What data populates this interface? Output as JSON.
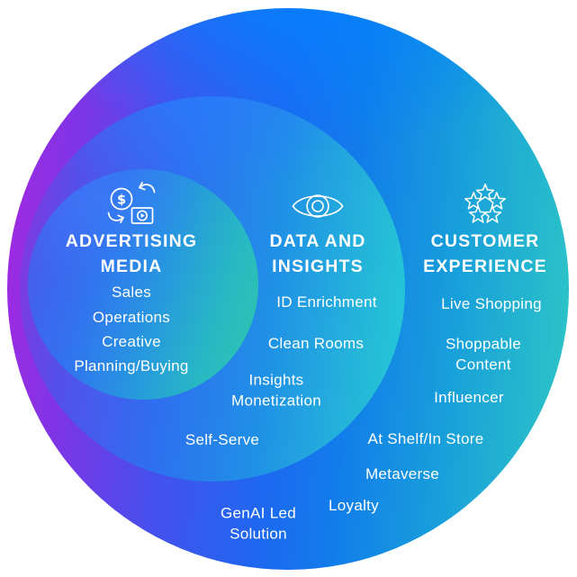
{
  "palette": {
    "purple": "#a32ae0",
    "blue": "#0d7af2",
    "teal": "#2bc2c8",
    "inner_teal": "#2fc7ab",
    "text": "#ffffff",
    "background": "#ffffff"
  },
  "circles": [
    {
      "name": "Advertising Media",
      "title_line1": "ADVERTISING",
      "title_line2": "MEDIA",
      "icon": "money-video-exchange-icon",
      "items": [
        "Sales",
        "Operations",
        "Creative",
        "Planning/Buying"
      ]
    },
    {
      "name": "Data and Insights",
      "title_line1": "DATA AND",
      "title_line2": "INSIGHTS",
      "icon": "eye-icon",
      "items": [
        "ID Enrichment",
        "Clean Rooms",
        "Insights Monetization",
        "Self-Serve",
        "GenAI Led Solution"
      ]
    },
    {
      "name": "Customer Experience",
      "title_line1": "CUSTOMER",
      "title_line2": "EXPERIENCE",
      "icon": "stars-cluster-icon",
      "items": [
        "Live Shopping",
        "Shoppable Content",
        "Influencer",
        "At Shelf/In Store",
        "Metaverse",
        "Loyalty"
      ]
    }
  ]
}
